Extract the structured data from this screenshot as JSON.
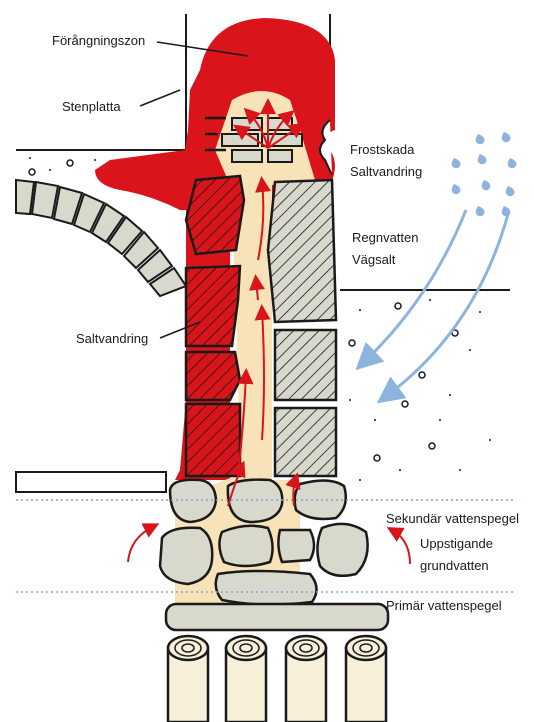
{
  "labels": {
    "evaporation_zone": "Förångningszon",
    "stone_slab": "Stenplatta",
    "frost_damage": "Frostskada",
    "salt_migration_top": "Saltvandring",
    "rainwater": "Regnvatten",
    "road_salt": "Vägsalt",
    "salt_migration_side": "Saltvandring",
    "secondary_water_table": "Sekundär vattenspegel",
    "rising_groundwater_1": "Uppstigande",
    "rising_groundwater_2": "grundvatten",
    "primary_water_table": "Primär vattenspegel"
  },
  "colors": {
    "salt_red": "#d9141b",
    "moisture_beige": "#f8e2b8",
    "stone_gray": "#d8d8cc",
    "rain_blue": "#8db4dc",
    "water_line": "#7fa6cf",
    "outline": "#1a1a1a"
  }
}
